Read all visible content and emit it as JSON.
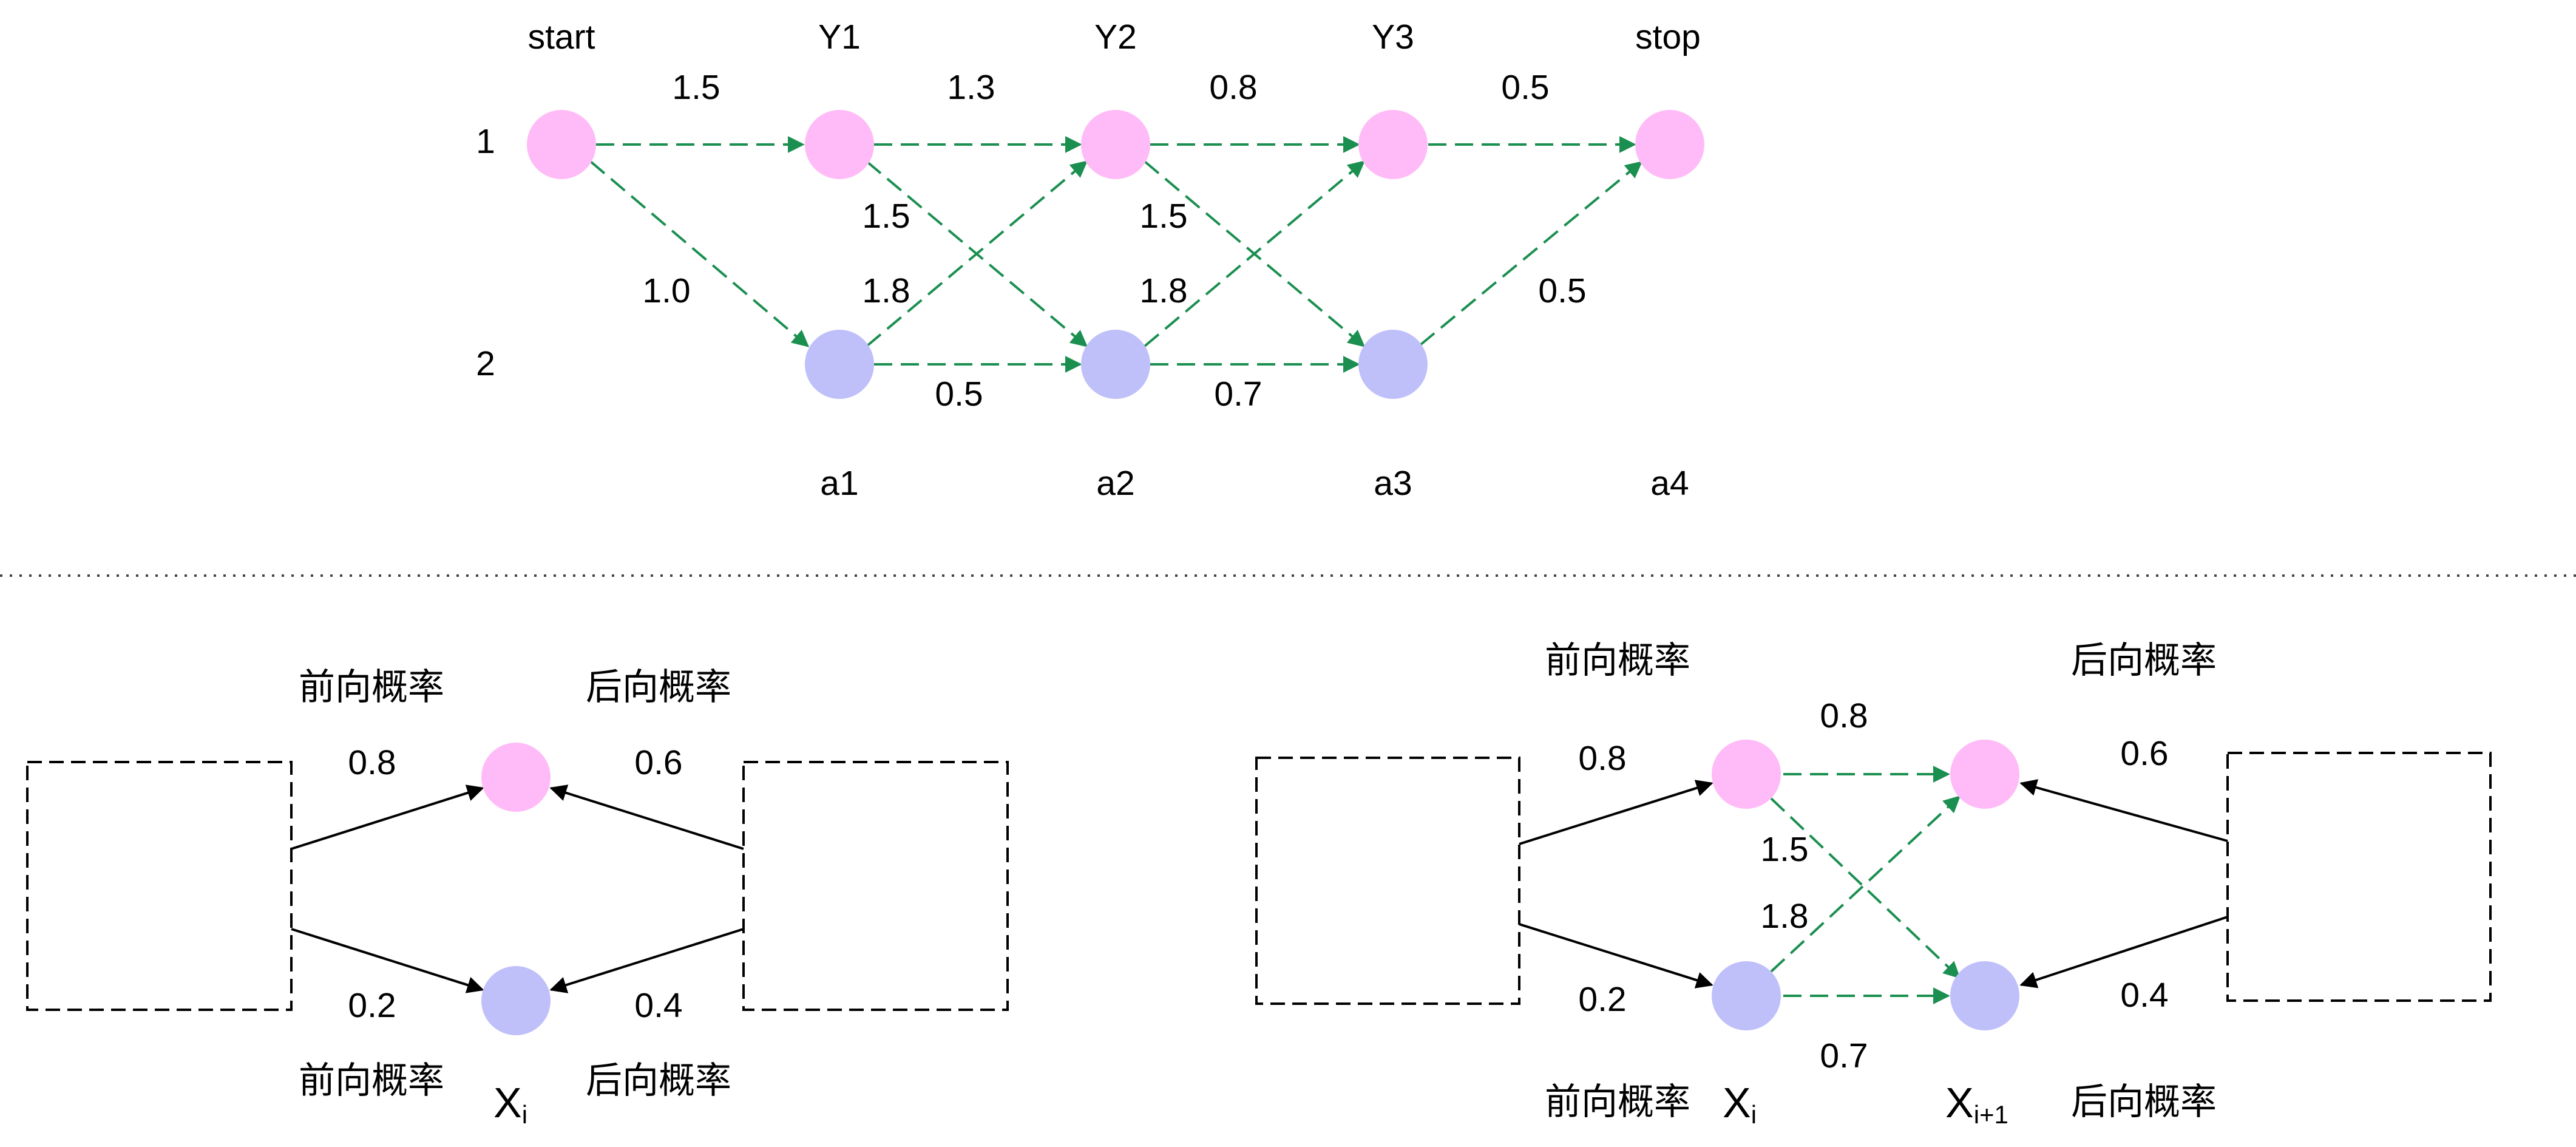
{
  "colors": {
    "node_pink": "#FFBBF7",
    "node_blue": "#BFC0F9",
    "edge_green": "#1B8F50",
    "edge_black": "#000000",
    "text": "#000000",
    "divider": "#444444",
    "box": "#000000"
  },
  "top": {
    "columns": [
      "start",
      "Y1",
      "Y2",
      "Y3",
      "stop"
    ],
    "rows": [
      "1",
      "2"
    ],
    "bottom_labels": [
      "a1",
      "a2",
      "a3",
      "a4"
    ],
    "edges": {
      "start_y1_1": "1.5",
      "y1_y2_1": "1.3",
      "y2_y3_1": "0.8",
      "y3_stop_1": "0.5",
      "start_y1_2": "1.0",
      "y1_1_y2_2": "1.5",
      "y1_2_y2_1": "1.8",
      "y2_1_y3_2": "1.5",
      "y2_2_y3_1": "1.8",
      "y1_y2_2": "0.5",
      "y2_y3_2": "0.7",
      "y3_2_stop": "0.5"
    }
  },
  "bottom_left": {
    "forward_top": "前向概率",
    "backward_top": "后向概率",
    "forward_bottom": "前向概率",
    "backward_bottom": "后向概率",
    "w_fwd_top": "0.8",
    "w_fwd_bottom": "0.2",
    "w_bwd_top": "0.6",
    "w_bwd_bottom": "0.4",
    "node_label_main": "X",
    "node_label_sub": "i"
  },
  "bottom_right": {
    "forward_top": "前向概率",
    "backward_top": "后向概率",
    "forward_bottom": "前向概率",
    "backward_bottom": "后向概率",
    "w_fwd_top": "0.8",
    "w_fwd_bottom": "0.2",
    "w_bwd_top": "0.6",
    "w_bwd_bottom": "0.4",
    "w_top_top": "0.8",
    "w_top_bottom": "1.5",
    "w_bottom_top": "1.8",
    "w_bottom_bottom": "0.7",
    "xi_main": "X",
    "xi_sub": "i",
    "xi1_main": "X",
    "xi1_sub": "i+1"
  }
}
